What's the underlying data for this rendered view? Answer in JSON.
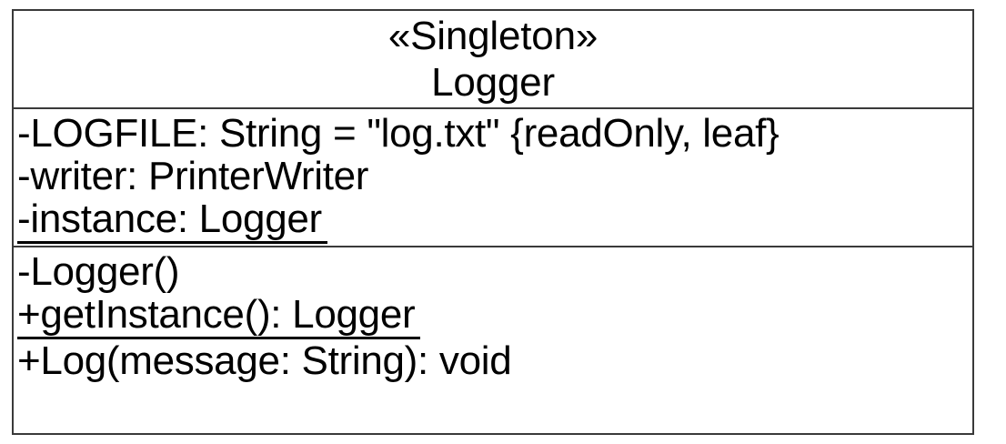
{
  "diagram": {
    "type": "uml-class-diagram",
    "border_color": "#3a3a3a",
    "text_color": "#000000",
    "background_color": "#ffffff"
  },
  "uml_class": {
    "stereotype": "«Singleton»",
    "name": "Logger",
    "attributes": [
      {
        "text": "-LOGFILE: String = \"log.txt\" {readOnly, leaf}",
        "visibility": "private",
        "static": false
      },
      {
        "text": "-writer: PrinterWriter",
        "visibility": "private",
        "static": false
      },
      {
        "text": "-instance: Logger",
        "visibility": "private",
        "static": true
      }
    ],
    "operations": [
      {
        "text": "-Logger()",
        "visibility": "private",
        "static": false
      },
      {
        "text": "+getInstance(): Logger",
        "visibility": "public",
        "static": true
      },
      {
        "text": "+Log(message: String): void",
        "visibility": "public",
        "static": false
      }
    ]
  }
}
